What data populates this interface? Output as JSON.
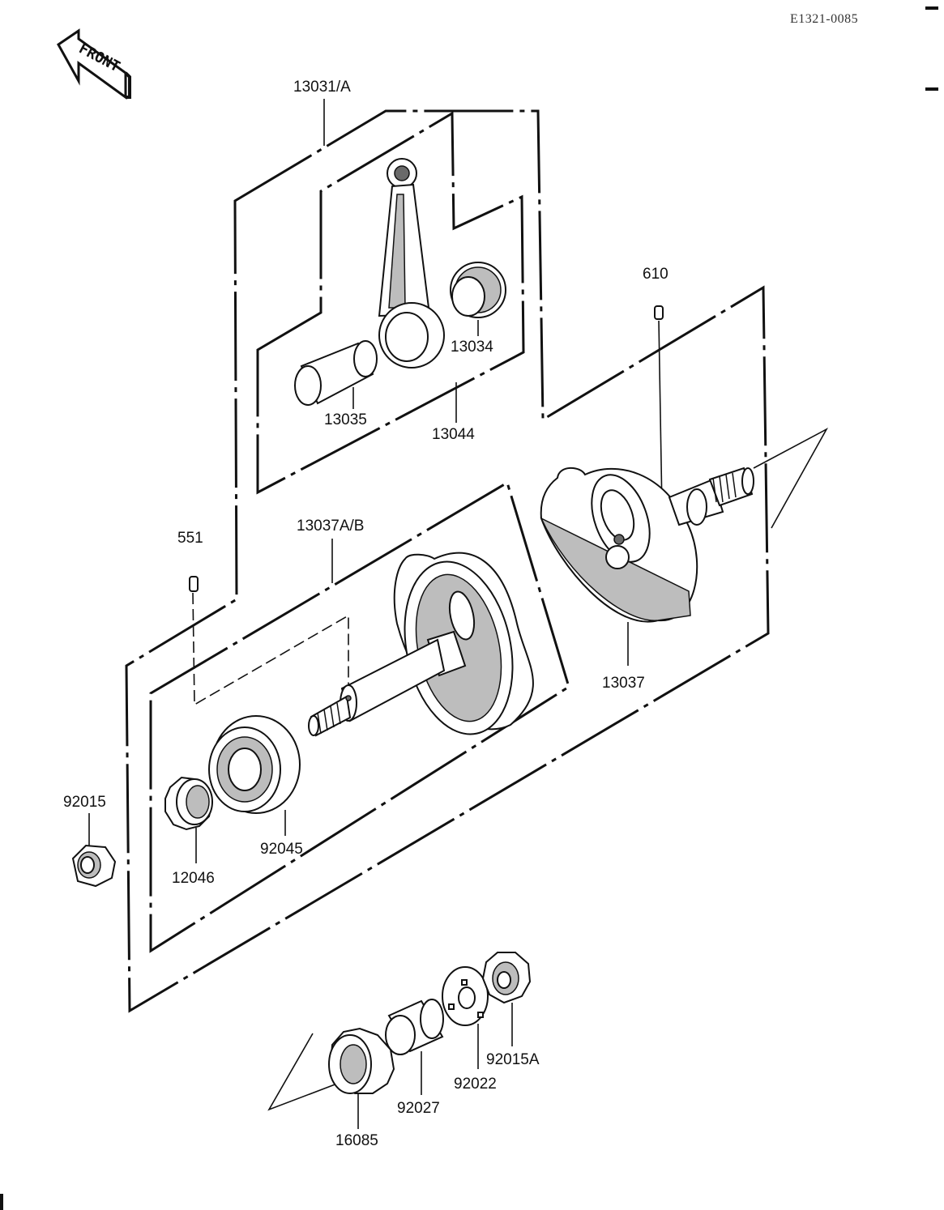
{
  "header": {
    "doc_code": "E1321-0085"
  },
  "front_badge": {
    "label": "FRONT"
  },
  "groups": {
    "conrod_set": "13031/A",
    "crankshaft_assy": "13037A/B"
  },
  "parts": {
    "p13034": "13034",
    "p13035": "13035",
    "p13044": "13044",
    "p610": "610",
    "p551": "551",
    "p13037": "13037",
    "p92015": "92015",
    "p12046": "12046",
    "p92045": "92045",
    "p16085": "16085",
    "p92027": "92027",
    "p92022": "92022",
    "p92015A": "92015A"
  }
}
